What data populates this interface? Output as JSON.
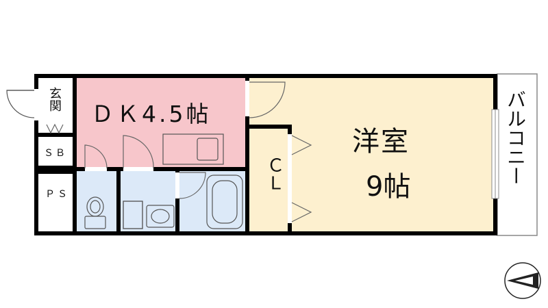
{
  "floorplan": {
    "rooms": {
      "dk": "ＤＫ4.5帖",
      "genkan": "玄関",
      "sb": "ＳＢ",
      "ps": "ＰＳ",
      "closet": "ＣＬ",
      "yoshitsu_name": "洋室",
      "yoshitsu_size": "9帖",
      "balcony": "バルコニー"
    },
    "colors": {
      "dk_fill": "#f7c6cb",
      "yoshitsu_fill": "#fdf0cf",
      "wet_fill": "#dce9f8",
      "wall": "#000000",
      "storage_fill": "#ffffff"
    },
    "icons": [
      "entry-door-icon",
      "compass-icon",
      "toilet-icon",
      "washbasin-icon",
      "bathtub-icon",
      "kitchen-sink-icon"
    ]
  }
}
